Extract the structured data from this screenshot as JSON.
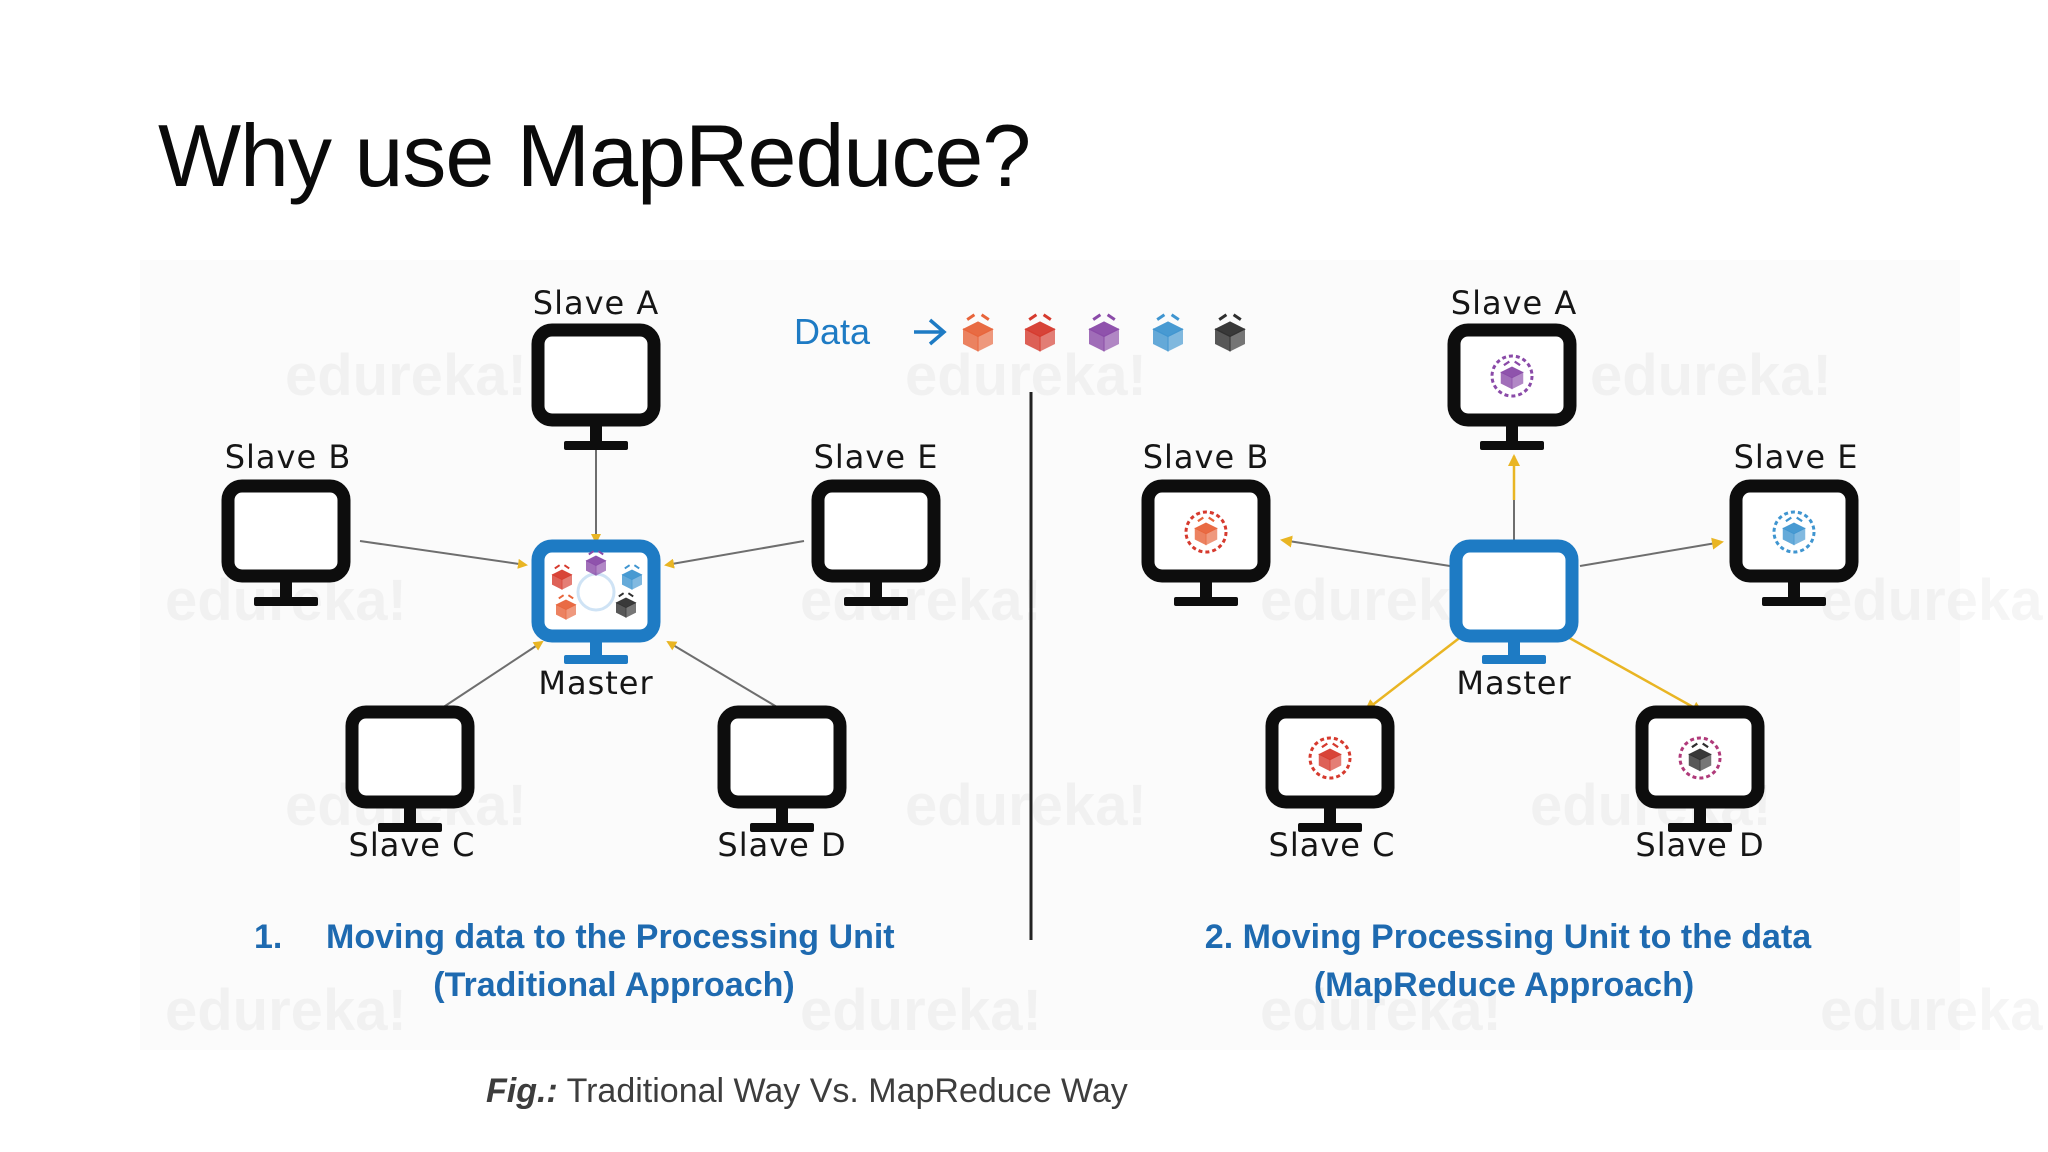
{
  "slide": {
    "title": "Why use MapReduce?"
  },
  "figure": {
    "data_label": "Data",
    "data_packet_colors": [
      "#e8643a",
      "#d63a2e",
      "#8a4aa8",
      "#3f95d0",
      "#2f2f2f"
    ],
    "left": {
      "nodes": {
        "slave_a": "Slave A",
        "slave_b": "Slave B",
        "slave_c": "Slave C",
        "slave_d": "Slave D",
        "slave_e": "Slave E",
        "master": "Master"
      },
      "caption_number": "1.",
      "caption_line1": "Moving data to the Processing Unit",
      "caption_line2": "(Traditional Approach)"
    },
    "right": {
      "nodes": {
        "slave_a": "Slave A",
        "slave_b": "Slave B",
        "slave_c": "Slave C",
        "slave_d": "Slave D",
        "slave_e": "Slave E",
        "master": "Master"
      },
      "caption_line1": "2. Moving Processing Unit  to the data",
      "caption_line2": "(MapReduce Approach)"
    },
    "fig_prefix": "Fig.:",
    "fig_caption": " Traditional Way Vs. MapReduce Way",
    "colors": {
      "monitor": "#0d0d0d",
      "master": "#1e7bc4",
      "caption": "#1e6ab0",
      "arrow_left": "#6e6e6e",
      "arrow_right": "#e9b523"
    },
    "watermark": "edureka!"
  }
}
